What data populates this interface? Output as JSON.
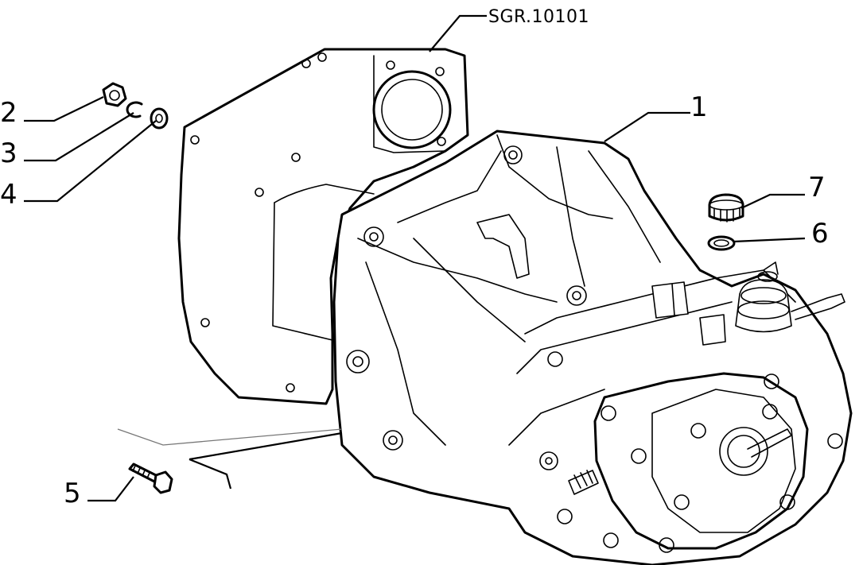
{
  "drawing_ref": "SGR.10101",
  "callouts": [
    {
      "id": "callout-1",
      "number": "1",
      "part": "gearbox-housing"
    },
    {
      "id": "callout-2",
      "number": "2",
      "part": "nut"
    },
    {
      "id": "callout-3",
      "number": "3",
      "part": "lock-washer"
    },
    {
      "id": "callout-4",
      "number": "4",
      "part": "flat-washer"
    },
    {
      "id": "callout-5",
      "number": "5",
      "part": "bolt"
    },
    {
      "id": "callout-6",
      "number": "6",
      "part": "washer"
    },
    {
      "id": "callout-7",
      "number": "7",
      "part": "cap"
    }
  ],
  "colors": {
    "line": "#000000",
    "background": "#ffffff",
    "ghost_line": "#777777"
  }
}
